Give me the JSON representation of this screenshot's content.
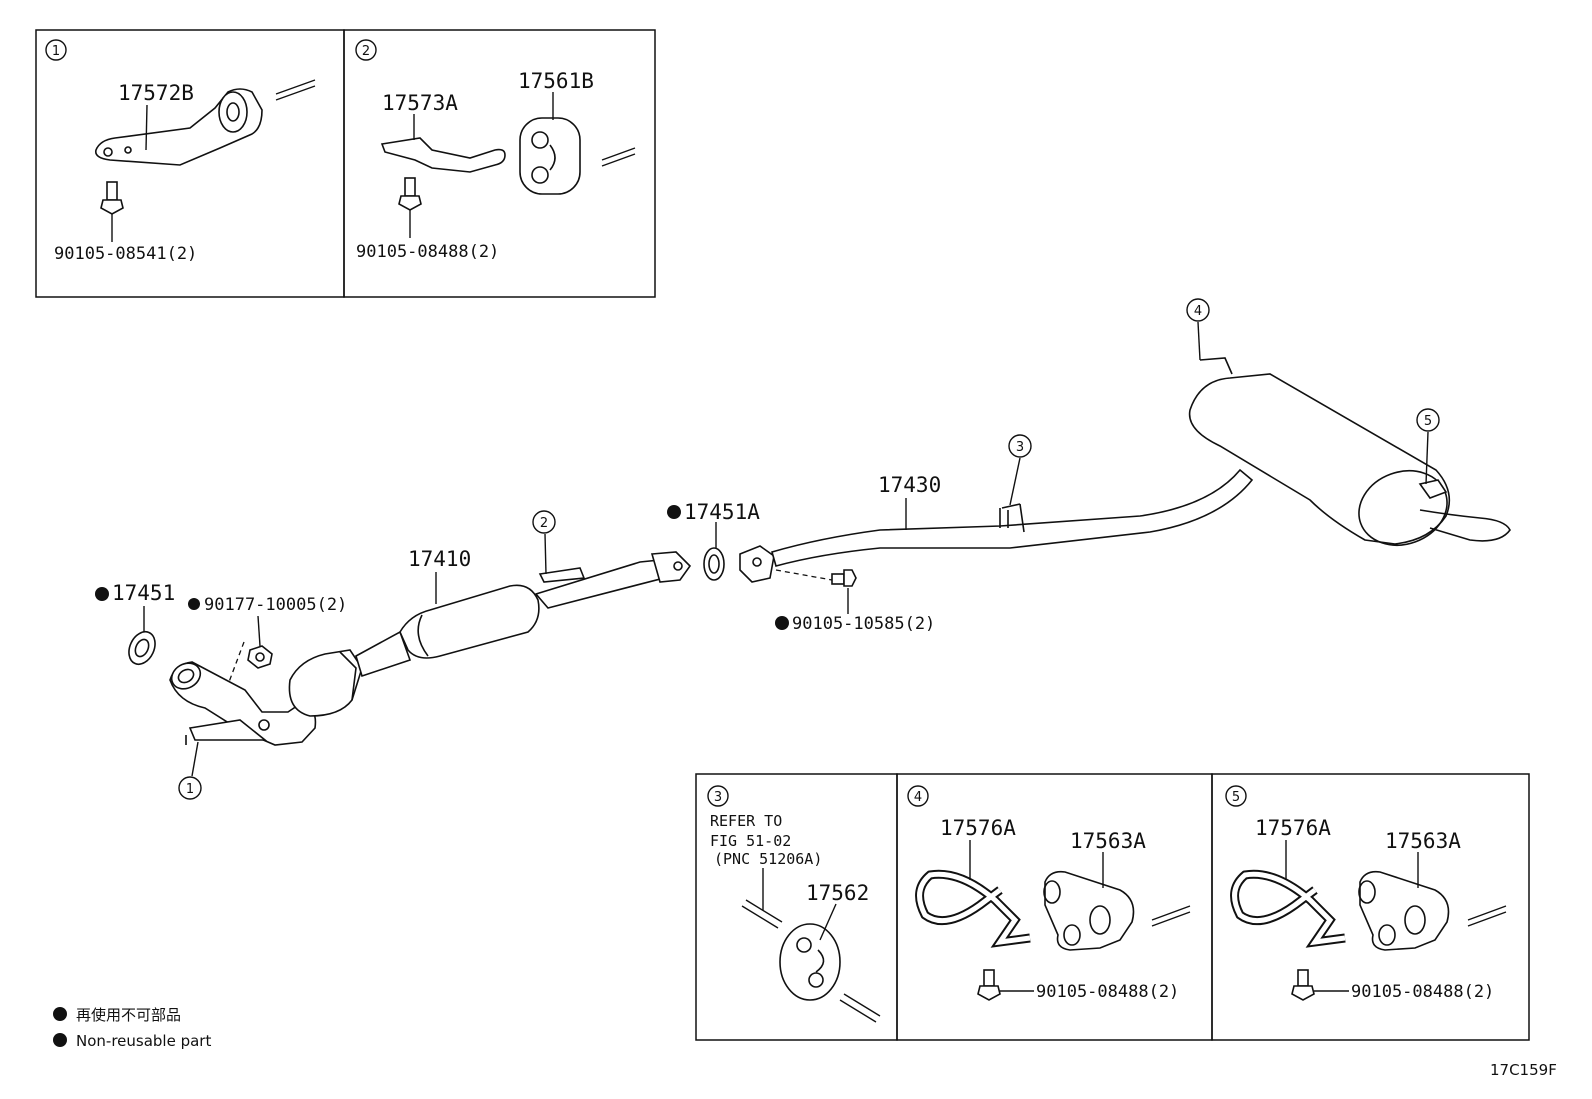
{
  "diagram_code": "17C159F",
  "legend": {
    "ja": "再使用不可部品",
    "en": "Non-reusable part"
  },
  "callouts": [
    "1",
    "2",
    "3",
    "4",
    "5"
  ],
  "inset1": {
    "number": "1",
    "parts": [
      "17572B",
      "90105-08541(2)"
    ]
  },
  "inset2": {
    "number": "2",
    "parts": [
      "17573A",
      "17561B",
      "90105-08488(2)"
    ]
  },
  "inset3": {
    "number": "3",
    "note_line1": "REFER TO",
    "note_line2": "FIG 51-02",
    "note_line3": "(PNC 51206A)",
    "parts": [
      "17562"
    ]
  },
  "inset4": {
    "number": "4",
    "parts": [
      "17576A",
      "17563A",
      "90105-08488(2)"
    ]
  },
  "inset5": {
    "number": "5",
    "parts": [
      "17576A",
      "17563A",
      "90105-08488(2)"
    ]
  },
  "main": {
    "parts": [
      "17451",
      "90177-10005(2)",
      "17410",
      "17451A",
      "90105-10585(2)",
      "17430"
    ],
    "non_reusable": [
      "17451",
      "90177-10005(2)",
      "17451A",
      "90105-10585(2)"
    ]
  }
}
